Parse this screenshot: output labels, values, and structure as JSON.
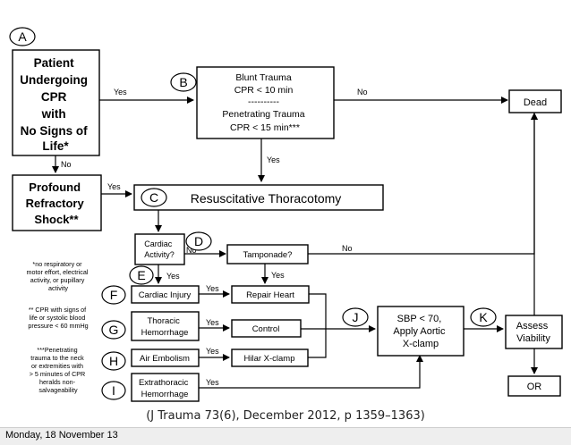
{
  "steps": {
    "A": {
      "letter": "A"
    },
    "B": {
      "letter": "B"
    },
    "C": {
      "letter": "C"
    },
    "D": {
      "letter": "D"
    },
    "E": {
      "letter": "E"
    },
    "F": {
      "letter": "F"
    },
    "G": {
      "letter": "G"
    },
    "H": {
      "letter": "H"
    },
    "I": {
      "letter": "I"
    },
    "J": {
      "letter": "J"
    },
    "K": {
      "letter": "K"
    }
  },
  "boxes": {
    "patient": [
      "Patient",
      "Undergoing",
      "CPR",
      "with",
      "No Signs of",
      "Life*"
    ],
    "criteria": {
      "blunt": "Blunt Trauma",
      "blunt_cpr": "CPR < 10 min",
      "divider": "----------",
      "penetrating": "Penetrating Trauma",
      "penetrating_cpr": "CPR < 15 min***"
    },
    "dead": "Dead",
    "shock": [
      "Profound",
      "Refractory",
      "Shock**"
    ],
    "thoracotomy": "Resuscitative Thoracotomy",
    "cardiac_activity": [
      "Cardiac",
      "Activity?"
    ],
    "tamponade": "Tamponade?",
    "cardiac_injury": "Cardiac Injury",
    "repair_heart": "Repair Heart",
    "thoracic_hemorrhage": [
      "Thoracic",
      "Hemorrhage"
    ],
    "control": "Control",
    "air_embolism": "Air Embolism",
    "hilar_xclamp": "Hilar X-clamp",
    "extrathoracic": [
      "Extrathoracic",
      "Hemorrhage"
    ],
    "sbp": [
      "SBP < 70,",
      "Apply Aortic",
      "X-clamp"
    ],
    "assess": [
      "Assess",
      "Viability"
    ],
    "or": "OR"
  },
  "edges": {
    "yes": "Yes",
    "no": "No"
  },
  "notes": {
    "no_signs": [
      "*no respiratory or",
      "motor effort, electrical",
      "activity, or pupillary",
      "activity"
    ],
    "cpr_signs": [
      "** CPR with signs of",
      "life or systolic blood",
      "pressure < 60 mmHg"
    ],
    "penetrating": [
      "***Penetrating",
      "trauma to the neck",
      "or extremities with",
      "> 5 minutes of CPR",
      "heralds non-",
      "salvageability"
    ]
  },
  "caption": "(J Trauma 73(6), December 2012, p 1359–1363)",
  "footer_date": "Monday, 18 November 13"
}
